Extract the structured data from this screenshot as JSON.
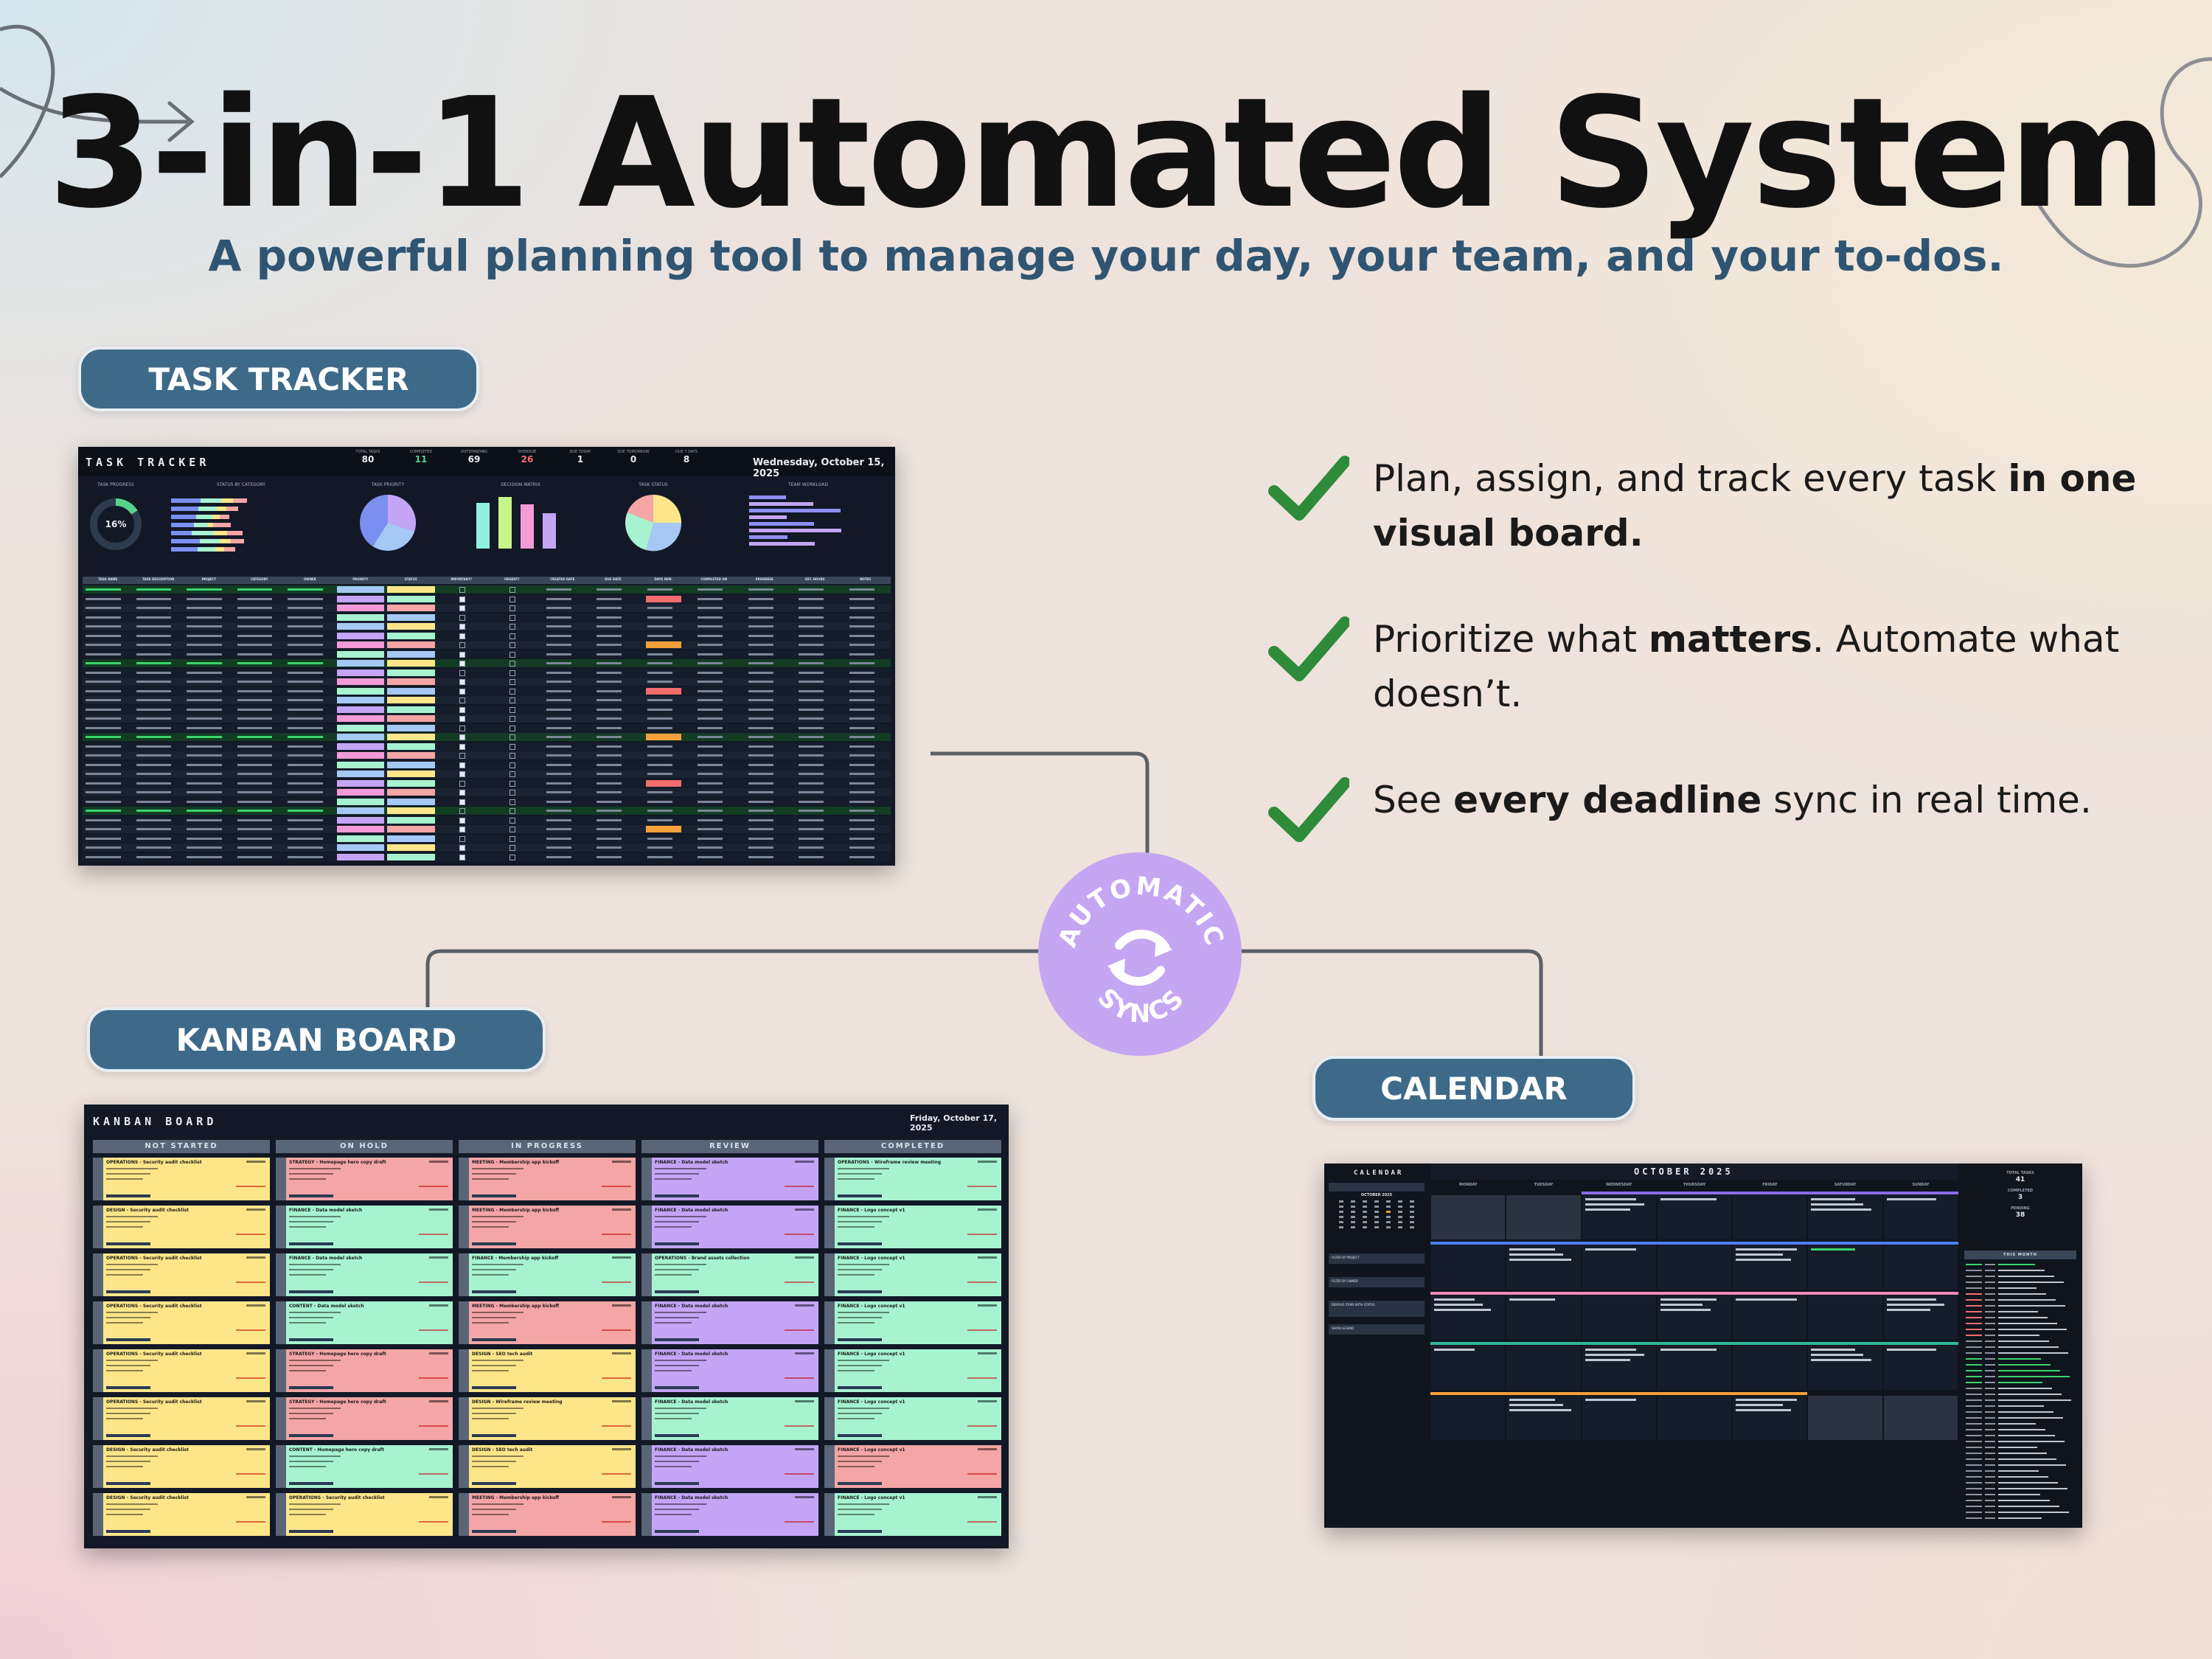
{
  "header": {
    "title": "3-in-1 Automated System",
    "subtitle": "A powerful planning tool to manage your day, your team, and your to-dos."
  },
  "sections": {
    "task_tracker": "TASK TRACKER",
    "kanban_board": "KANBAN BOARD",
    "calendar": "CALENDAR"
  },
  "features": [
    {
      "pre": "Plan, assign, and track every task ",
      "bold": "in one visual board.",
      "post": ""
    },
    {
      "pre": "Prioritize what ",
      "bold": "matters",
      "post": ". Automate what doesn’t."
    },
    {
      "pre": "See ",
      "bold": "every deadline",
      "post": " sync in real time."
    }
  ],
  "badge": {
    "top": "AUTOMATIC",
    "bottom": "SYNCS"
  },
  "task_tracker_shot": {
    "title": "TASK TRACKER",
    "date": "Wednesday, October 15, 2025",
    "stats": [
      {
        "label": "TOTAL TASKS",
        "value": "80"
      },
      {
        "label": "COMPLETED",
        "value": "11"
      },
      {
        "label": "OUTSTANDING",
        "value": "69"
      },
      {
        "label": "OVERDUE",
        "value": "26"
      },
      {
        "label": "DUE TODAY",
        "value": "1"
      },
      {
        "label": "DUE TOMORROW",
        "value": "0"
      },
      {
        "label": "DUE 7 DAYS",
        "value": "8"
      }
    ],
    "progress_percent": 16,
    "progress_label": "16%",
    "panels": [
      "TASK PROGRESS",
      "STATUS BY CATEGORY",
      "TASK PRIORITY",
      "DECISION MATRIX",
      "TASK STATUS",
      "TEAM WORKLOAD"
    ],
    "columns": [
      "TASK NAME",
      "TASK DESCRIPTION",
      "PROJECT",
      "CATEGORY",
      "OWNER",
      "PRIORITY",
      "STATUS",
      "IMPORTANT?",
      "URGENT?",
      "CREATED DATE",
      "DUE DATE",
      "DAYS REM.",
      "COMPLETED ON",
      "PROGRESS",
      "EST. HOURS",
      "NOTES"
    ]
  },
  "kanban_shot": {
    "title": "KANBAN BOARD",
    "date": "Friday, October 17, 2025",
    "columns": [
      "NOT STARTED",
      "ON HOLD",
      "IN PROGRESS",
      "REVIEW",
      "COMPLETED"
    ],
    "cards": [
      [
        "OPERATIONS - Security audit checklist",
        "STRATEGY - Homepage hero copy draft",
        "MEETING - Membership app kickoff",
        "FINANCE - Data model sketch",
        "OPERATIONS - Wireframe review meeting"
      ],
      [
        "DESIGN - Security audit checklist",
        "FINANCE - Data model sketch",
        "MEETING - Membership app kickoff",
        "FINANCE - Data model sketch",
        "FINANCE - Logo concept v1"
      ],
      [
        "OPERATIONS - Security audit checklist",
        "FINANCE - Data model sketch",
        "FINANCE - Membership app kickoff",
        "OPERATIONS - Brand assets collection",
        "FINANCE - Logo concept v1"
      ],
      [
        "OPERATIONS - Security audit checklist",
        "CONTENT - Data model sketch",
        "MEETING - Membership app kickoff",
        "FINANCE - Data model sketch",
        "FINANCE - Logo concept v1"
      ],
      [
        "OPERATIONS - Security audit checklist",
        "STRATEGY - Homepage hero copy draft",
        "DESIGN - SEO tech audit",
        "FINANCE - Data model sketch",
        "FINANCE - Logo concept v1"
      ],
      [
        "OPERATIONS - Security audit checklist",
        "STRATEGY - Homepage hero copy draft",
        "DESIGN - Wireframe review meeting",
        "FINANCE - Data model sketch",
        "FINANCE - Logo concept v1"
      ],
      [
        "DESIGN - Security audit checklist",
        "CONTENT - Homepage hero copy draft",
        "DESIGN - SEO tech audit",
        "FINANCE - Data model sketch",
        "FINANCE - Logo concept v1"
      ],
      [
        "DESIGN - Security audit checklist",
        "OPERATIONS - Security audit checklist",
        "MEETING - Membership app kickoff",
        "FINANCE - Data model sketch",
        "FINANCE - Logo concept v1"
      ]
    ]
  },
  "calendar_shot": {
    "title": "CALENDAR",
    "month": "OCTOBER 2025",
    "weekdays": [
      "MONDAY",
      "TUESDAY",
      "WEDNESDAY",
      "THURSDAY",
      "FRIDAY",
      "SATURDAY",
      "SUNDAY"
    ],
    "mini_month": "OCTOBER 2025",
    "filters": [
      "FILTER BY PROJECT",
      "FILTER BY OWNER",
      "REMOVE ITEMS WITH STATUS",
      "SHOW LEGEND"
    ],
    "stats": [
      {
        "label": "TOTAL TASKS",
        "value": "41"
      },
      {
        "label": "COMPLETED",
        "value": "3"
      },
      {
        "label": "PENDING",
        "value": "38"
      }
    ],
    "this_month": "THIS MONTH"
  },
  "colors": {
    "accent": "#3e6a8a",
    "check": "#2e8b3a",
    "badge": "#c5a6f2",
    "card_yellow": "#fde68a",
    "card_green": "#a7f3d0",
    "card_red": "#f4a5a5",
    "card_purple": "#c4a5f5"
  }
}
